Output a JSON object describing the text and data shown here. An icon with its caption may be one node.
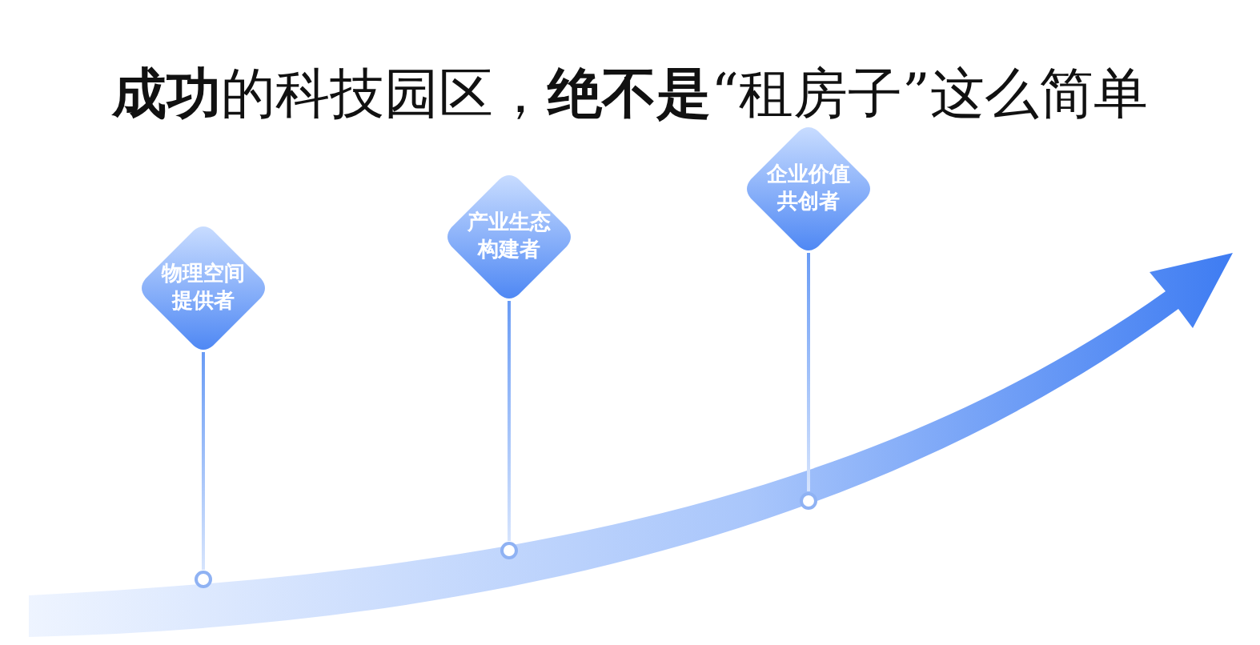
{
  "diagram": {
    "title": "**成功**的科技园区，**绝不是**“租房子”这么简单",
    "nodes": [
      {
        "text": [
          "物理空间提供者"
        ]
      },
      {
        "text": [
          "产业生态构建者"
        ]
      },
      {
        "text": [
          "企业价值共创者"
        ]
      },
      {
        "text": [],
        "shape": "circle"
      },
      {
        "text": [],
        "shape": "circle"
      },
      {
        "text": [],
        "shape": "circle"
      }
    ],
    "edges": [
      {
        "from": 0,
        "to": 3,
        "arrow": "none"
      },
      {
        "from": 1,
        "to": 4,
        "arrow": "none"
      },
      {
        "from": 2,
        "to": 5,
        "arrow": "none"
      }
    ]
  }
}
